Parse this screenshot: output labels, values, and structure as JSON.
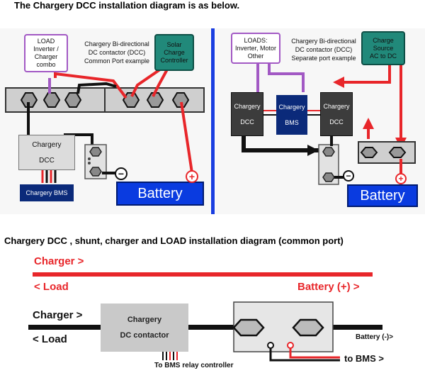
{
  "titles": {
    "top": "The Chargery DCC installation diagram is as below.",
    "bottom": "Chargery DCC , shunt, charger and LOAD installation diagram (common port)"
  },
  "left_diagram": {
    "load_box": "LOAD\nInverter /\nCharger\ncombo",
    "dcc_caption": "Chargery Bi-directional\nDC contactor (DCC)\nCommon Port example",
    "solar_box": "Solar\nCharge\nController",
    "dcc_box": "Chargery\n\nDCC",
    "bms_box": "Chargery BMS",
    "battery": "Battery",
    "neg": "−",
    "pos": "+"
  },
  "right_diagram": {
    "load_box": "LOADS:\nInverter, Motor\nOther",
    "dcc_caption": "Chargery Bi-directional\nDC contactor (DCC)\nSeparate port example",
    "charge_box": "Charge\nSource\nAC to DC",
    "dcc_left": "Chargery\n\nDCC",
    "bms_box": "Chargery\n\nBMS",
    "dcc_right": "Chargery\n\nDCC",
    "battery": "Battery",
    "neg": "−",
    "pos": "+"
  },
  "bottom_diagram": {
    "charger_red": "Charger >",
    "load_red": "< Load",
    "battery_pos": "Battery (+) >",
    "charger_black": "Charger >",
    "load_black": "< Load",
    "dcc_line1": "Chargery",
    "dcc_line2": "DC contactor",
    "battery_neg": "Battery (-)>",
    "to_bms": "to BMS >",
    "bms_relay": "To BMS relay controller"
  },
  "colors": {
    "red": "#e8262a",
    "purple": "#a259c4",
    "teal": "#21897a",
    "navy": "#0b2a7a",
    "blue": "#0a3be0"
  }
}
